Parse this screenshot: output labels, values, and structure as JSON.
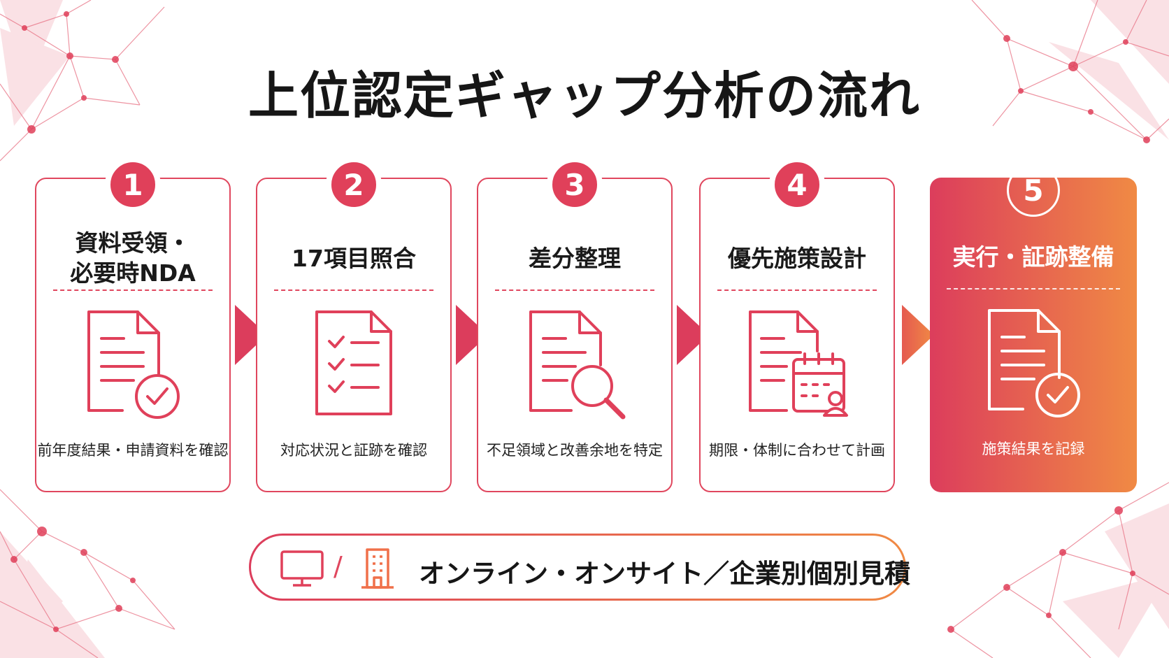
{
  "title": "上位認定ギャップ分析の流れ",
  "steps": [
    {
      "number": "1",
      "title": "資料受領・\n必要時NDA",
      "desc": "前年度結果・申請資料を確認",
      "icon": "document-check-icon"
    },
    {
      "number": "2",
      "title": "17項目照合",
      "desc": "対応状況と証跡を確認",
      "icon": "checklist-document-icon"
    },
    {
      "number": "3",
      "title": "差分整理",
      "desc": "不足領域と改善余地を特定",
      "icon": "document-search-icon"
    },
    {
      "number": "4",
      "title": "優先施策設計",
      "desc": "期限・体制に合わせて計画",
      "icon": "document-calendar-person-icon"
    },
    {
      "number": "5",
      "title": "実行・証跡整備",
      "desc": "施策結果を記録",
      "icon": "document-check-icon"
    }
  ],
  "footer": {
    "slash": "/",
    "text": "オンライン・オンサイト／企業別個別見積",
    "icons": [
      "monitor-icon",
      "building-icon"
    ]
  },
  "colors": {
    "accent": "#e0405a",
    "gradient_start": "#dc3d5c",
    "gradient_end": "#f08a44"
  }
}
